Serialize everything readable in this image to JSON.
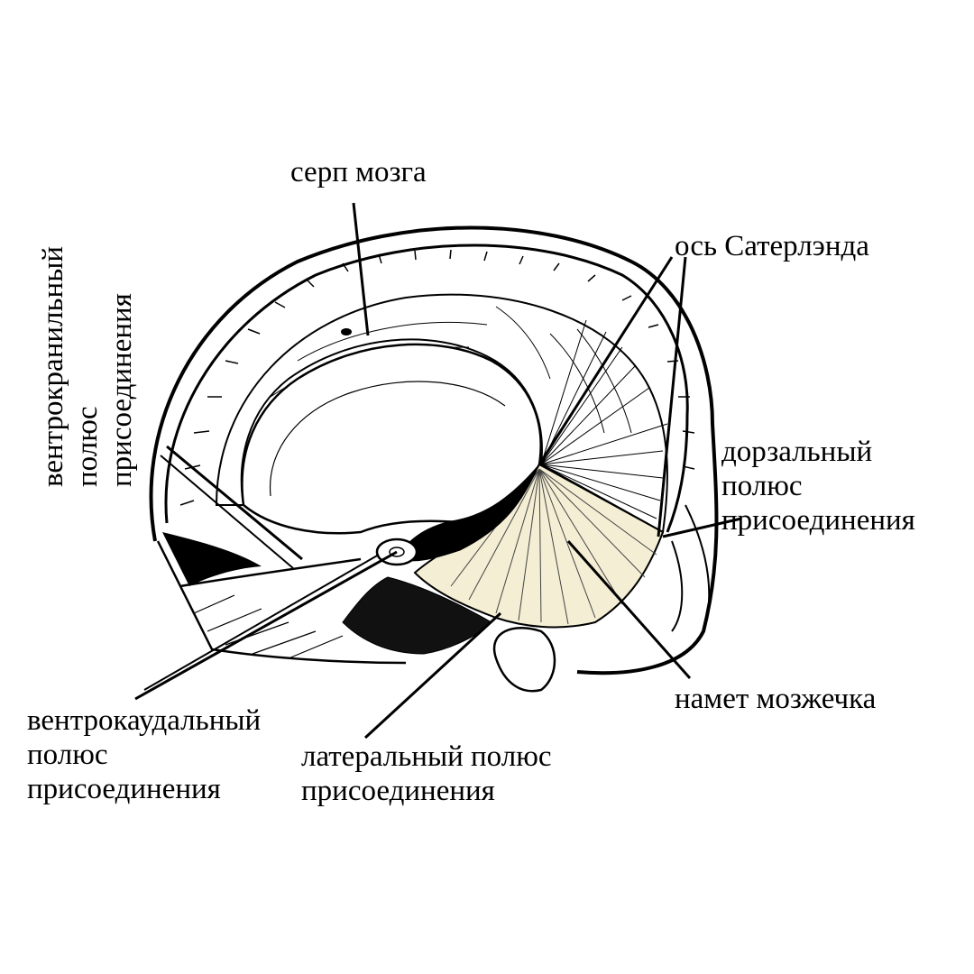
{
  "labels": {
    "falx": "серп мозга",
    "axis": "ось Сатерлэнда",
    "dorsal_pole": [
      "дорзальный",
      "полюс",
      "присоединения"
    ],
    "tentorium": "намет мозжечка",
    "ventrocaudal_pole": [
      "вентрокаудальный",
      "полюс",
      "присоединения"
    ],
    "lateral_pole": [
      "латеральный полюс",
      "присоединения"
    ],
    "ventrocranial_pole": [
      "вентрокранильный",
      "полюс",
      "присоединения"
    ]
  },
  "colors": {
    "ink": "#000000",
    "tentorium_fill": "#f3eed4",
    "background": "#ffffff"
  }
}
